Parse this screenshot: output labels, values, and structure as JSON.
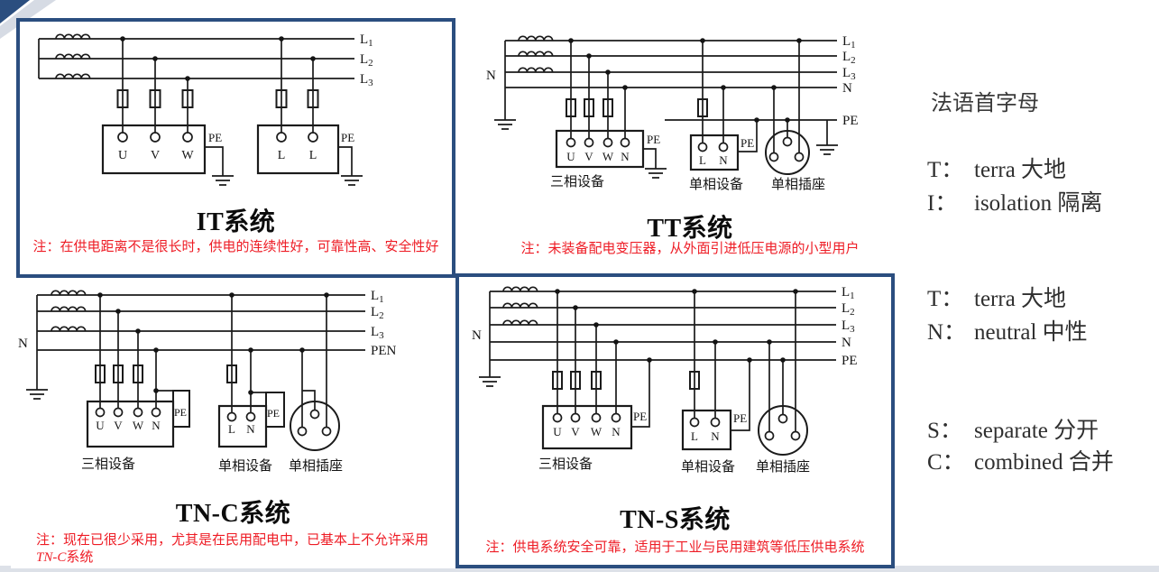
{
  "colors": {
    "accent_navy": "#2b4e7f",
    "note_red": "#ee1c25",
    "line_black": "#1b1b1b",
    "corner_band_gray": "#d6dbe4"
  },
  "it": {
    "title": "IT系统",
    "note": "注：在供电距离不是很长时，供电的连续性好，可靠性高、安全性好",
    "labels": {
      "l1b": "L",
      "l1s": "1",
      "l2b": "L",
      "l2s": "2",
      "l3b": "L",
      "l3s": "3",
      "u": "U",
      "v": "V",
      "w": "W",
      "la": "L",
      "lb": "L",
      "pe1": "PE",
      "pe2": "PE"
    }
  },
  "tt": {
    "title": "TT系统",
    "note": "注：未装备配电变压器，从外面引进低压电源的小型用户",
    "labels": {
      "n_left": "N",
      "l1b": "L",
      "l1s": "1",
      "l2b": "L",
      "l2s": "2",
      "l3b": "L",
      "l3s": "3",
      "n_line": "N",
      "pe_line": "PE",
      "u": "U",
      "v": "V",
      "w": "W",
      "n": "N",
      "l": "L",
      "n2": "N",
      "pe1": "PE",
      "pe2": "PE",
      "dev3": "三相设备",
      "dev1": "单相设备",
      "socket": "单相插座"
    }
  },
  "tnc": {
    "title": "TN-C系统",
    "note_line1": "注：现在已很少采用，尤其是在民用配电中，已基本上不允许采用",
    "note_line2_code": "TN-C",
    "note_line2_rest": "系统",
    "labels": {
      "n_left": "N",
      "l1b": "L",
      "l1s": "1",
      "l2b": "L",
      "l2s": "2",
      "l3b": "L",
      "l3s": "3",
      "pen_line": "PEN",
      "u": "U",
      "v": "V",
      "w": "W",
      "n": "N",
      "l": "L",
      "n2": "N",
      "pe1": "PE",
      "pe2": "PE",
      "dev3": "三相设备",
      "dev1": "单相设备",
      "socket": "单相插座"
    }
  },
  "tns": {
    "title": "TN-S系统",
    "note": "注：供电系统安全可靠，适用于工业与民用建筑等低压供电系统",
    "labels": {
      "n_left": "N",
      "l1b": "L",
      "l1s": "1",
      "l2b": "L",
      "l2s": "2",
      "l3b": "L",
      "l3s": "3",
      "n_line": "N",
      "pe_line": "PE",
      "u": "U",
      "v": "V",
      "w": "W",
      "n": "N",
      "l": "L",
      "n2": "N",
      "pe1": "PE",
      "pe2": "PE",
      "dev3": "三相设备",
      "dev1": "单相设备",
      "socket": "单相插座"
    }
  },
  "right_panel": {
    "heading": "法语首字母",
    "groups": [
      {
        "rows": [
          {
            "k": "T：",
            "v": "terra 大地"
          },
          {
            "k": "I：",
            "v": "isolation 隔离"
          }
        ]
      },
      {
        "rows": [
          {
            "k": "T：",
            "v": "terra 大地"
          },
          {
            "k": "N：",
            "v": "neutral 中性"
          }
        ]
      },
      {
        "rows": [
          {
            "k": "S：",
            "v": "separate 分开"
          },
          {
            "k": "C：",
            "v": "combined 合并"
          }
        ]
      }
    ]
  }
}
